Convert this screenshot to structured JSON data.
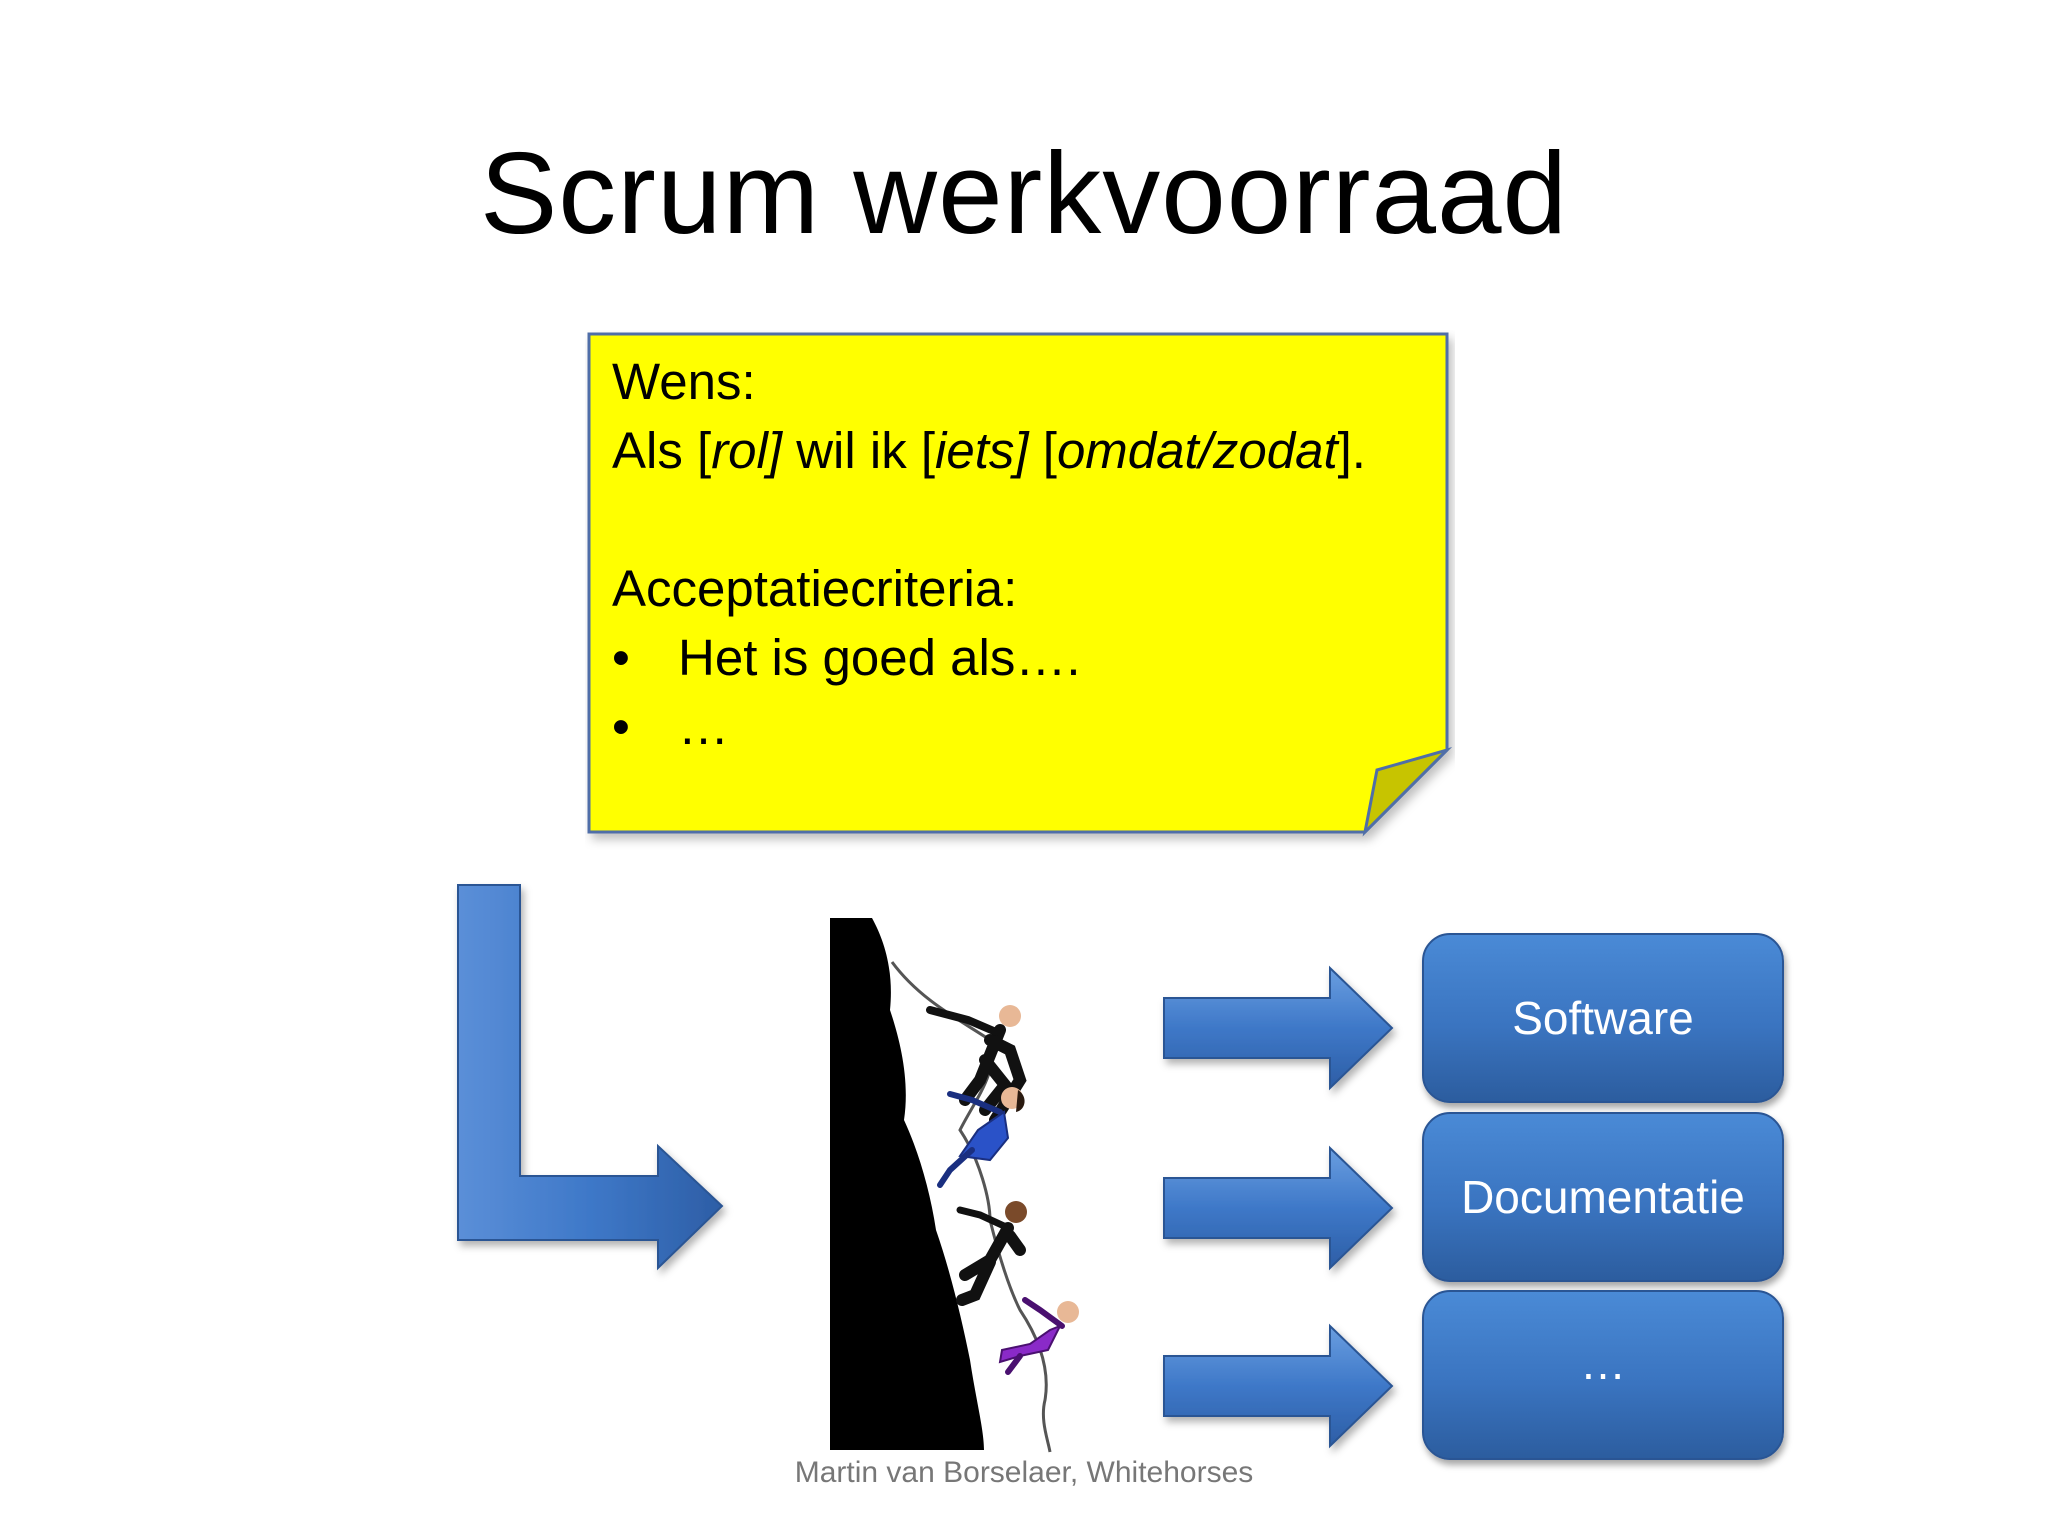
{
  "slide": {
    "title": "Scrum werkvoorraad",
    "footer": "Martin van Borselaer, Whitehorses"
  },
  "note": {
    "wish_heading": "Wens:",
    "wish_parts": {
      "p1": "Als [",
      "role": "rol]",
      "p2": " wil ik [",
      "what": "iets]",
      "p3": " [",
      "why": "omdat/zodat",
      "p4": "]."
    },
    "criteria_heading": "Acceptatiecriteria:",
    "criteria": [
      {
        "bullet": "•",
        "text": "Het is goed als…."
      },
      {
        "bullet": "•",
        "text": "…"
      }
    ],
    "fill_color": "#ffff00",
    "border_color": "#4f6ea8"
  },
  "outcomes": [
    {
      "label": "Software"
    },
    {
      "label": "Documentatie"
    },
    {
      "label": "…"
    }
  ],
  "colors": {
    "arrow_blue": "#3e78c8",
    "box_blue": "#3a74c0"
  }
}
